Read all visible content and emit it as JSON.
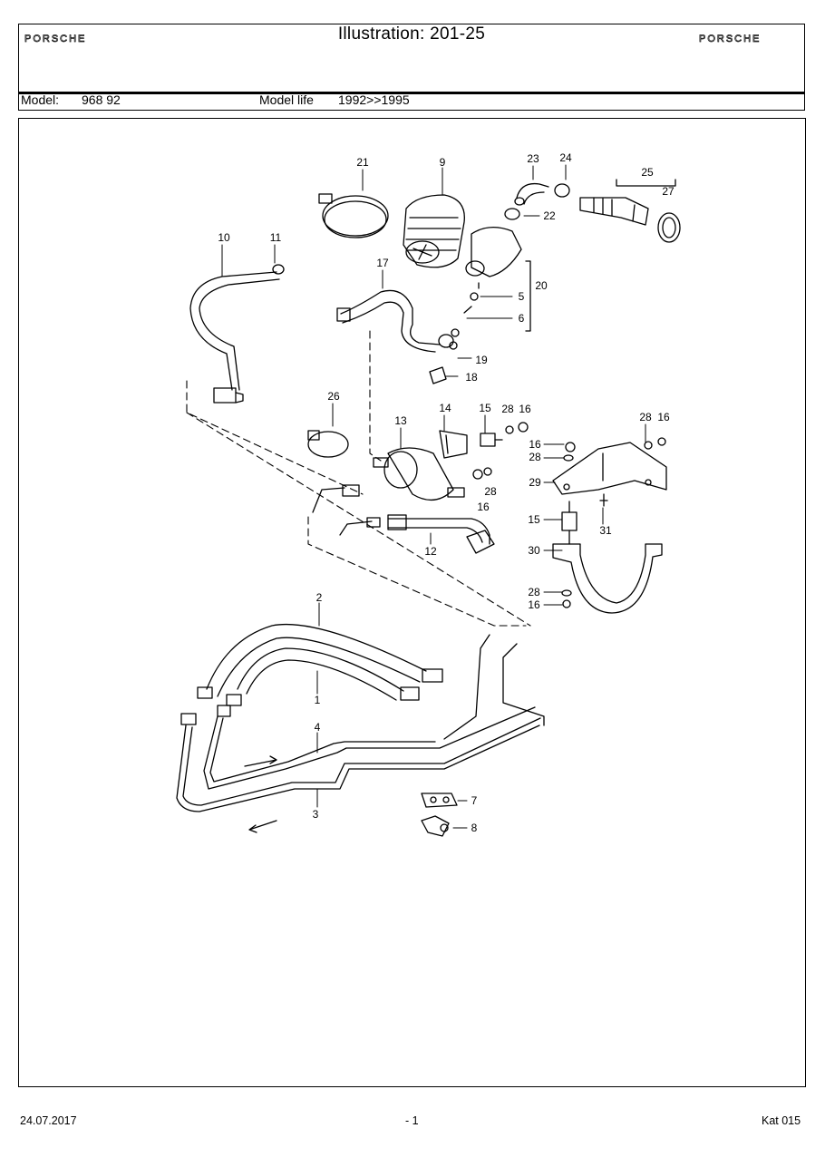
{
  "header": {
    "brand_left": "PORSCHE",
    "brand_right": "PORSCHE",
    "title": "Illustration: 201-25",
    "model_label": "Model:",
    "model_value": "968 92",
    "model_life_label": "Model life",
    "model_life_value": "1992>>1995"
  },
  "diagram": {
    "callouts": [
      "1",
      "2",
      "3",
      "4",
      "5",
      "6",
      "7",
      "8",
      "9",
      "10",
      "11",
      "12",
      "13",
      "14",
      "15",
      "15",
      "16",
      "16",
      "16",
      "16",
      "16",
      "17",
      "18",
      "19",
      "20",
      "21",
      "22",
      "23",
      "24",
      "25",
      "26",
      "27",
      "28",
      "28",
      "28",
      "28",
      "28",
      "29",
      "30",
      "31"
    ]
  },
  "footer": {
    "date": "24.07.2017",
    "page": "- 1",
    "catalog": "Kat 015"
  }
}
